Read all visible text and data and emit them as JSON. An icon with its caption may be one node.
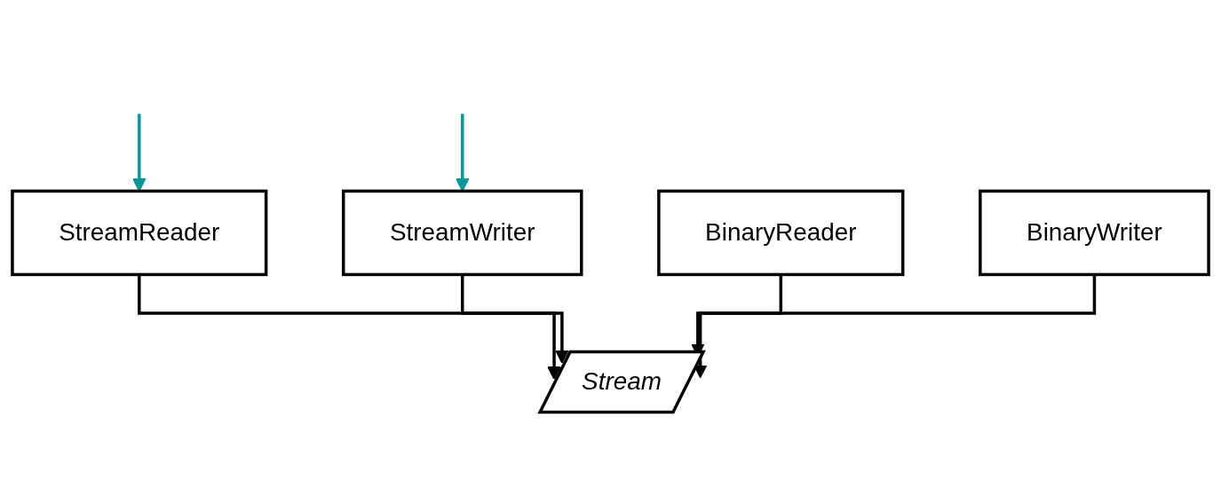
{
  "diagram": {
    "nodes": [
      {
        "text": [
          "StreamReader"
        ]
      },
      {
        "text": [
          "StreamWriter"
        ]
      },
      {
        "text": [
          "Stream"
        ]
      },
      {
        "text": [
          "BinaryReader"
        ]
      },
      {
        "text": [
          "BinaryWriter"
        ]
      }
    ],
    "edges": [
      {
        "from": null,
        "to": 0,
        "arrow": "to",
        "color": "#009999"
      },
      {
        "from": null,
        "to": 1,
        "arrow": "to",
        "color": "#009999"
      },
      {
        "from": 0,
        "to": 2,
        "arrow": "to"
      },
      {
        "from": 1,
        "to": 2,
        "arrow": "to"
      },
      {
        "from": 3,
        "to": 2,
        "arrow": "to"
      },
      {
        "from": 4,
        "to": 2,
        "arrow": "to"
      }
    ]
  }
}
